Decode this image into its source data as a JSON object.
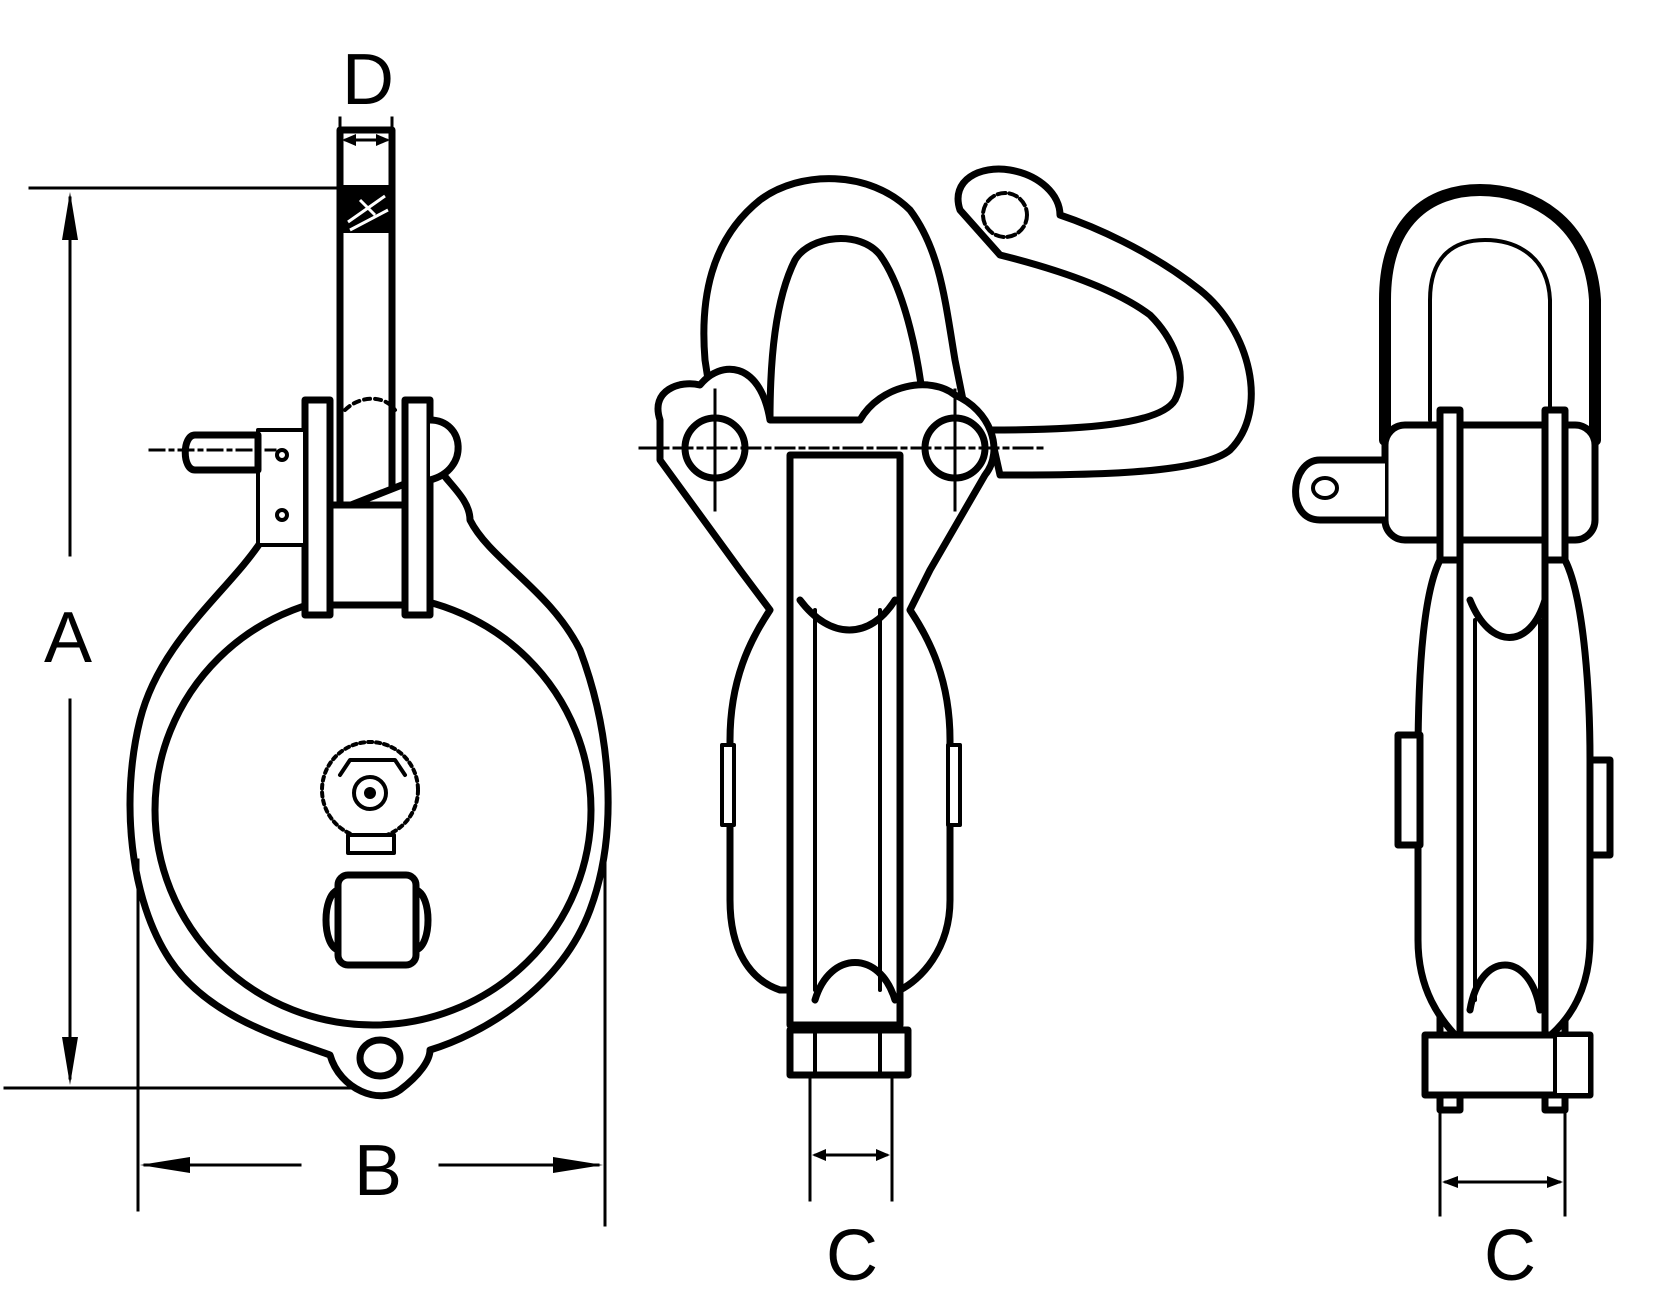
{
  "labels": {
    "D": "D",
    "A": "A",
    "B": "B",
    "C_middle": "C",
    "C_right": "C"
  },
  "colors": {
    "ink": "#000000",
    "paper": "#ffffff"
  }
}
